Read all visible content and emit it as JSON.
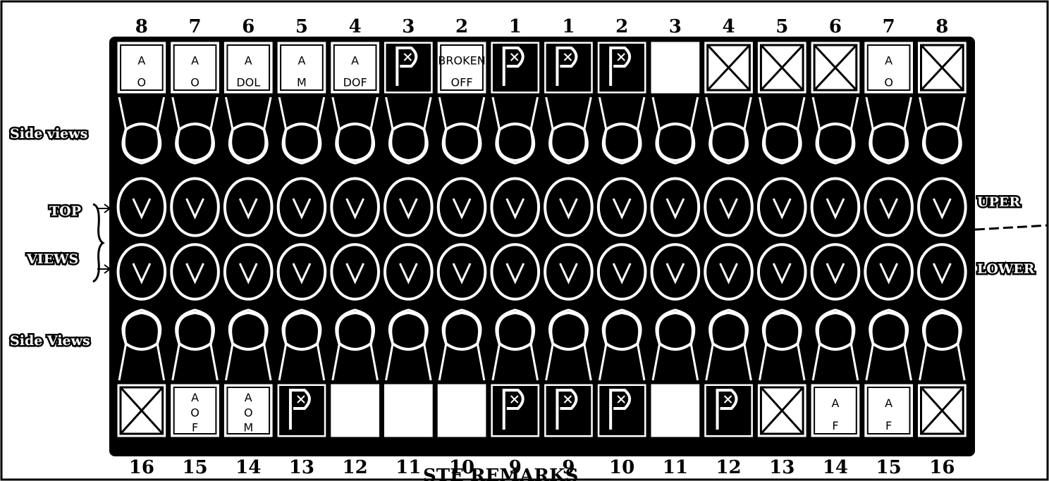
{
  "upper_numbers": [
    "8",
    "7",
    "6",
    "5",
    "4",
    "3",
    "2",
    "1",
    "1",
    "2",
    "3",
    "4",
    "5",
    "6",
    "7",
    "8"
  ],
  "lower_numbers": [
    "16",
    "15",
    "14",
    "13",
    "12",
    "11",
    "10",
    "9",
    "9",
    "10",
    "11",
    "12",
    "13",
    "14",
    "15",
    "16"
  ],
  "labels": {
    "side_views_upper": "Side views",
    "top": "TOP",
    "views": "VIEWS",
    "side_views_lower": "Side Views",
    "upper": "UPER",
    "lower": "LOWER",
    "bottom_text": "STE   REMARKS"
  },
  "upper_boxes": [
    {
      "kind": "text",
      "lines": [
        "A",
        "O"
      ]
    },
    {
      "kind": "text",
      "lines": [
        "A",
        "O"
      ]
    },
    {
      "kind": "text",
      "lines": [
        "A",
        "DOL"
      ]
    },
    {
      "kind": "text",
      "lines": [
        "A",
        "M"
      ]
    },
    {
      "kind": "text",
      "lines": [
        "A",
        "DOF"
      ]
    },
    {
      "kind": "p"
    },
    {
      "kind": "broken",
      "lines": [
        "BROKEN",
        "OFF"
      ]
    },
    {
      "kind": "p"
    },
    {
      "kind": "p"
    },
    {
      "kind": "p"
    },
    {
      "kind": "blank"
    },
    {
      "kind": "x"
    },
    {
      "kind": "x"
    },
    {
      "kind": "x"
    },
    {
      "kind": "text",
      "lines": [
        "A",
        "O"
      ]
    },
    {
      "kind": "x"
    }
  ],
  "lower_boxes": [
    {
      "kind": "x"
    },
    {
      "kind": "text",
      "lines": [
        "A",
        "O",
        "F"
      ]
    },
    {
      "kind": "text",
      "lines": [
        "A",
        "O",
        "M"
      ]
    },
    {
      "kind": "p"
    },
    {
      "kind": "blank"
    },
    {
      "kind": "blank"
    },
    {
      "kind": "blank"
    },
    {
      "kind": "p"
    },
    {
      "kind": "p"
    },
    {
      "kind": "p"
    },
    {
      "kind": "blank"
    },
    {
      "kind": "p"
    },
    {
      "kind": "x"
    },
    {
      "kind": "text",
      "lines": [
        "A",
        "F"
      ]
    },
    {
      "kind": "text",
      "lines": [
        "A",
        "F"
      ]
    },
    {
      "kind": "x"
    }
  ]
}
